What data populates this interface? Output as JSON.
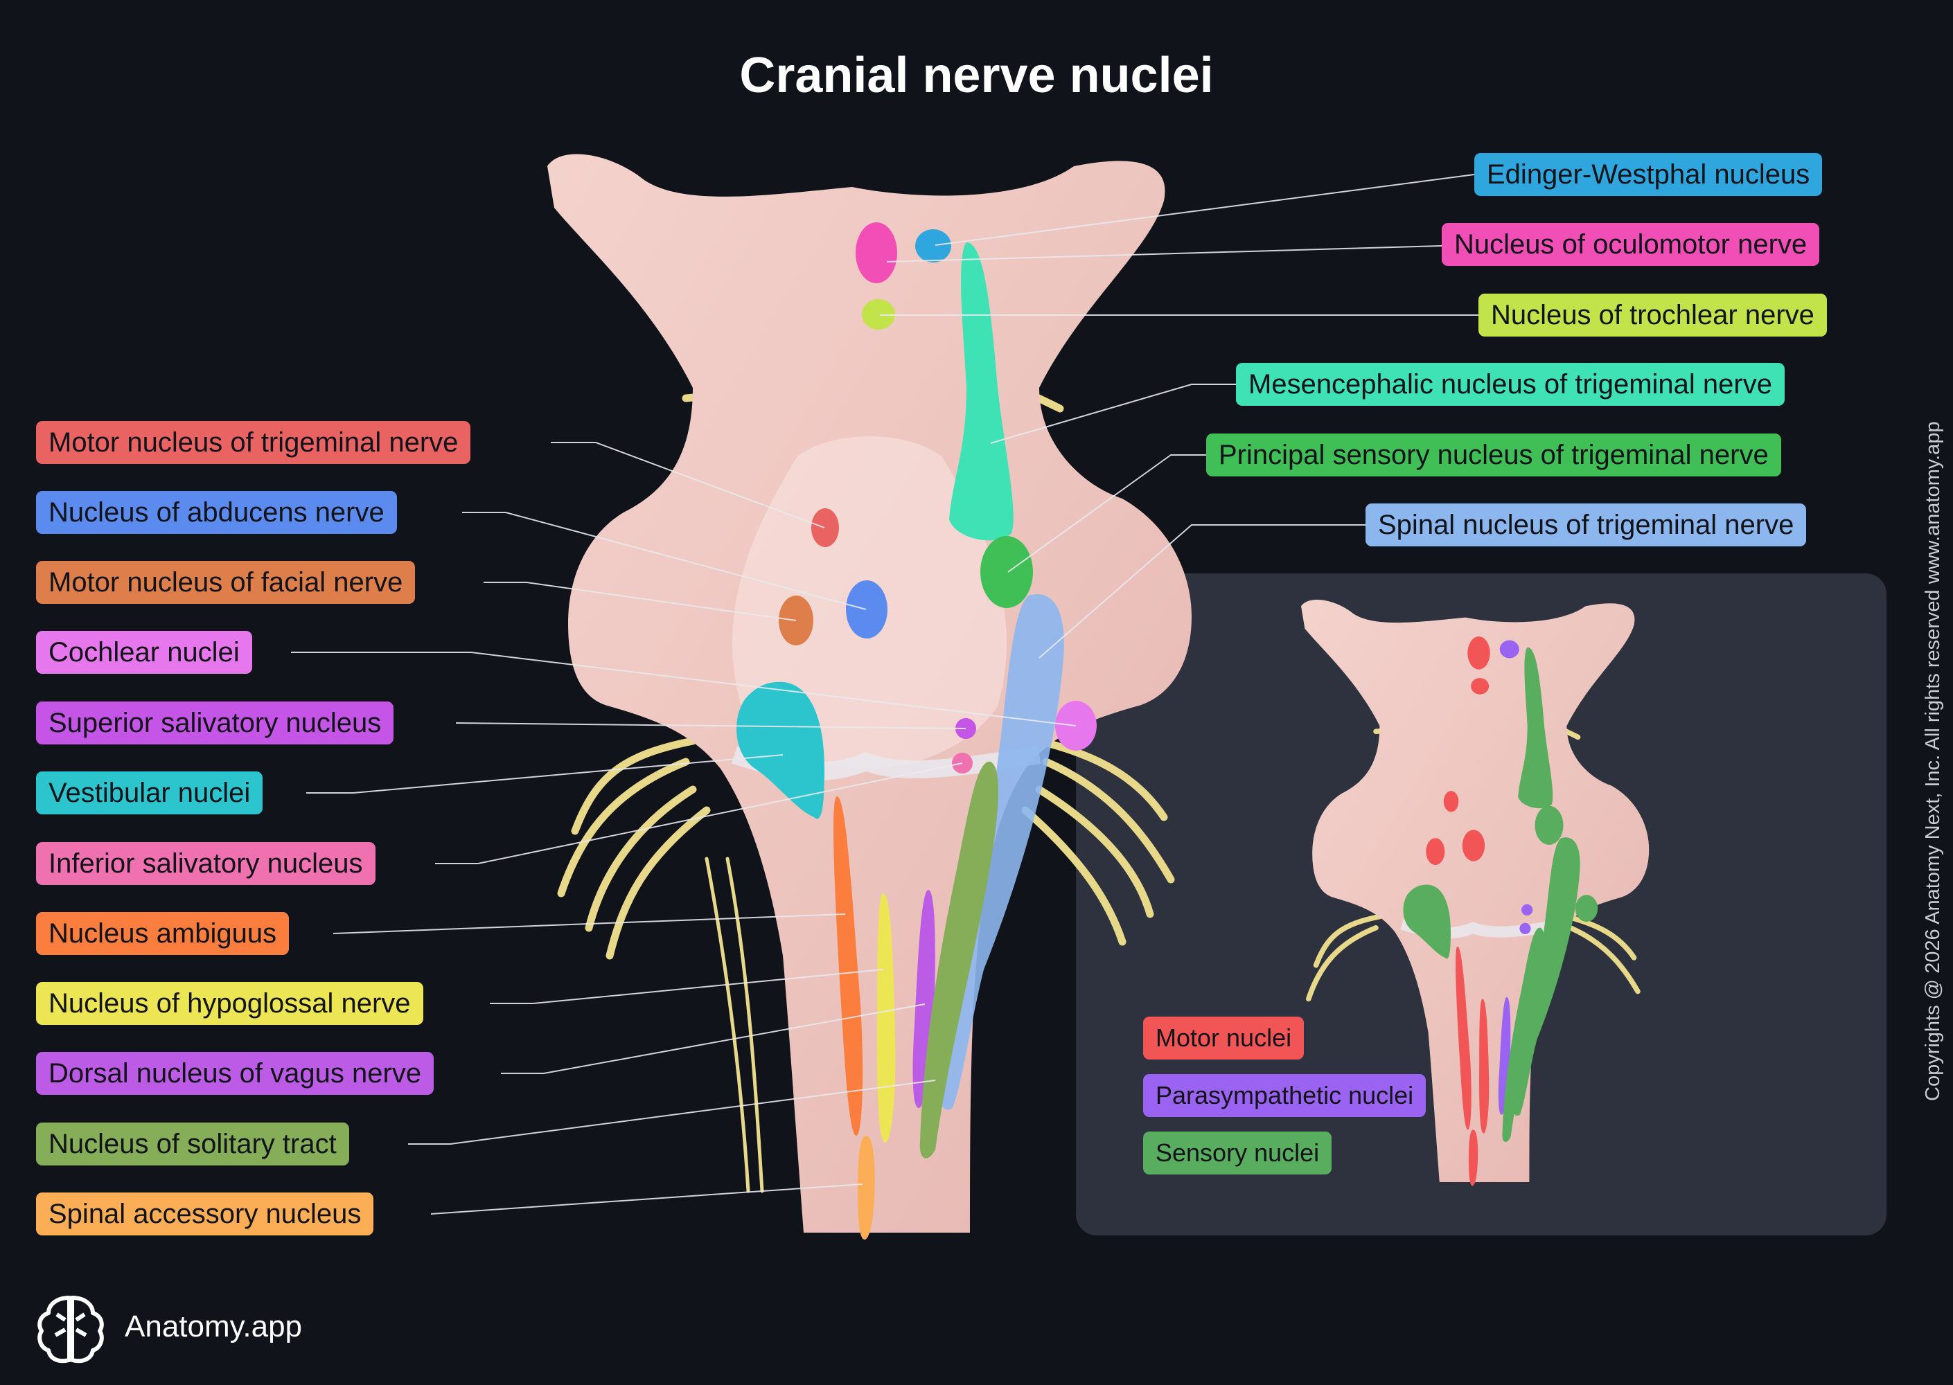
{
  "title": "Cranial nerve nuclei",
  "labels": {
    "edinger_westphal": {
      "text": "Edinger-Westphal nucleus",
      "color": "#2fa6de"
    },
    "oculomotor": {
      "text": "Nucleus of oculomotor nerve",
      "color": "#f24fb6"
    },
    "trochlear": {
      "text": "Nucleus of trochlear nerve",
      "color": "#c2e34a"
    },
    "mesencephalic_trigeminal": {
      "text": "Mesencephalic nucleus of trigeminal nerve",
      "color": "#3ee2b4"
    },
    "principal_sensory_trigeminal": {
      "text": "Principal sensory nucleus of trigeminal nerve",
      "color": "#3fbf56"
    },
    "spinal_trigeminal": {
      "text": "Spinal nucleus of trigeminal nerve",
      "color": "#8cb6ee"
    },
    "motor_trigeminal": {
      "text": "Motor nucleus of trigeminal nerve",
      "color": "#ea6363"
    },
    "abducens": {
      "text": "Nucleus of abducens nerve",
      "color": "#5b8bef"
    },
    "motor_facial": {
      "text": "Motor nucleus of facial nerve",
      "color": "#de7e4a"
    },
    "cochlear": {
      "text": "Cochlear nuclei",
      "color": "#e777ec"
    },
    "superior_salivatory": {
      "text": "Superior salivatory nucleus",
      "color": "#c555e6"
    },
    "vestibular": {
      "text": "Vestibular nuclei",
      "color": "#2cc5cd"
    },
    "inferior_salivatory": {
      "text": "Inferior salivatory nucleus",
      "color": "#f071b0"
    },
    "ambiguus": {
      "text": "Nucleus ambiguus",
      "color": "#fb7e3e"
    },
    "hypoglossal": {
      "text": "Nucleus of hypoglossal nerve",
      "color": "#ece654"
    },
    "dorsal_vagus": {
      "text": "Dorsal nucleus of vagus nerve",
      "color": "#bc5ce6"
    },
    "solitary_tract": {
      "text": "Nucleus of solitary tract",
      "color": "#86ad58"
    },
    "spinal_accessory": {
      "text": "Spinal accessory nucleus",
      "color": "#fcae56"
    }
  },
  "legend": {
    "motor": {
      "text": "Motor nuclei",
      "color": "#f25555"
    },
    "parasympathetic": {
      "text": "Parasympathetic nuclei",
      "color": "#9a63f2"
    },
    "sensory": {
      "text": "Sensory nuclei",
      "color": "#58ad5e"
    }
  },
  "copyright": "Copyrights @ 2026 Anatomy Next, Inc. All rights reserved www.anatomy.app",
  "brand": "Anatomy.app"
}
